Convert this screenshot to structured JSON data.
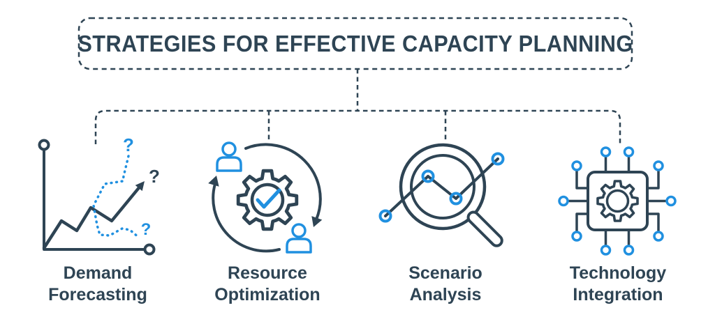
{
  "colors": {
    "dark_slate": "#2e4454",
    "accent_blue": "#2090e0",
    "background": "#ffffff"
  },
  "title": "STRATEGIES FOR EFFECTIVE CAPACITY PLANNING",
  "strategies": [
    {
      "id": "demand-forecasting",
      "label": [
        "Demand",
        "Forecasting"
      ],
      "icon": "demand-forecast-chart-icon"
    },
    {
      "id": "resource-optimization",
      "label": [
        "Resource",
        "Optimization"
      ],
      "icon": "resource-optimization-cycle-icon"
    },
    {
      "id": "scenario-analysis",
      "label": [
        "Scenario",
        "Analysis"
      ],
      "icon": "scenario-analysis-magnifier-icon"
    },
    {
      "id": "technology-integration",
      "label": [
        "Technology",
        "Integration"
      ],
      "icon": "technology-integration-chip-icon"
    }
  ],
  "icon_text": {
    "forecast_question_marks": [
      "?",
      "?",
      "?"
    ]
  }
}
